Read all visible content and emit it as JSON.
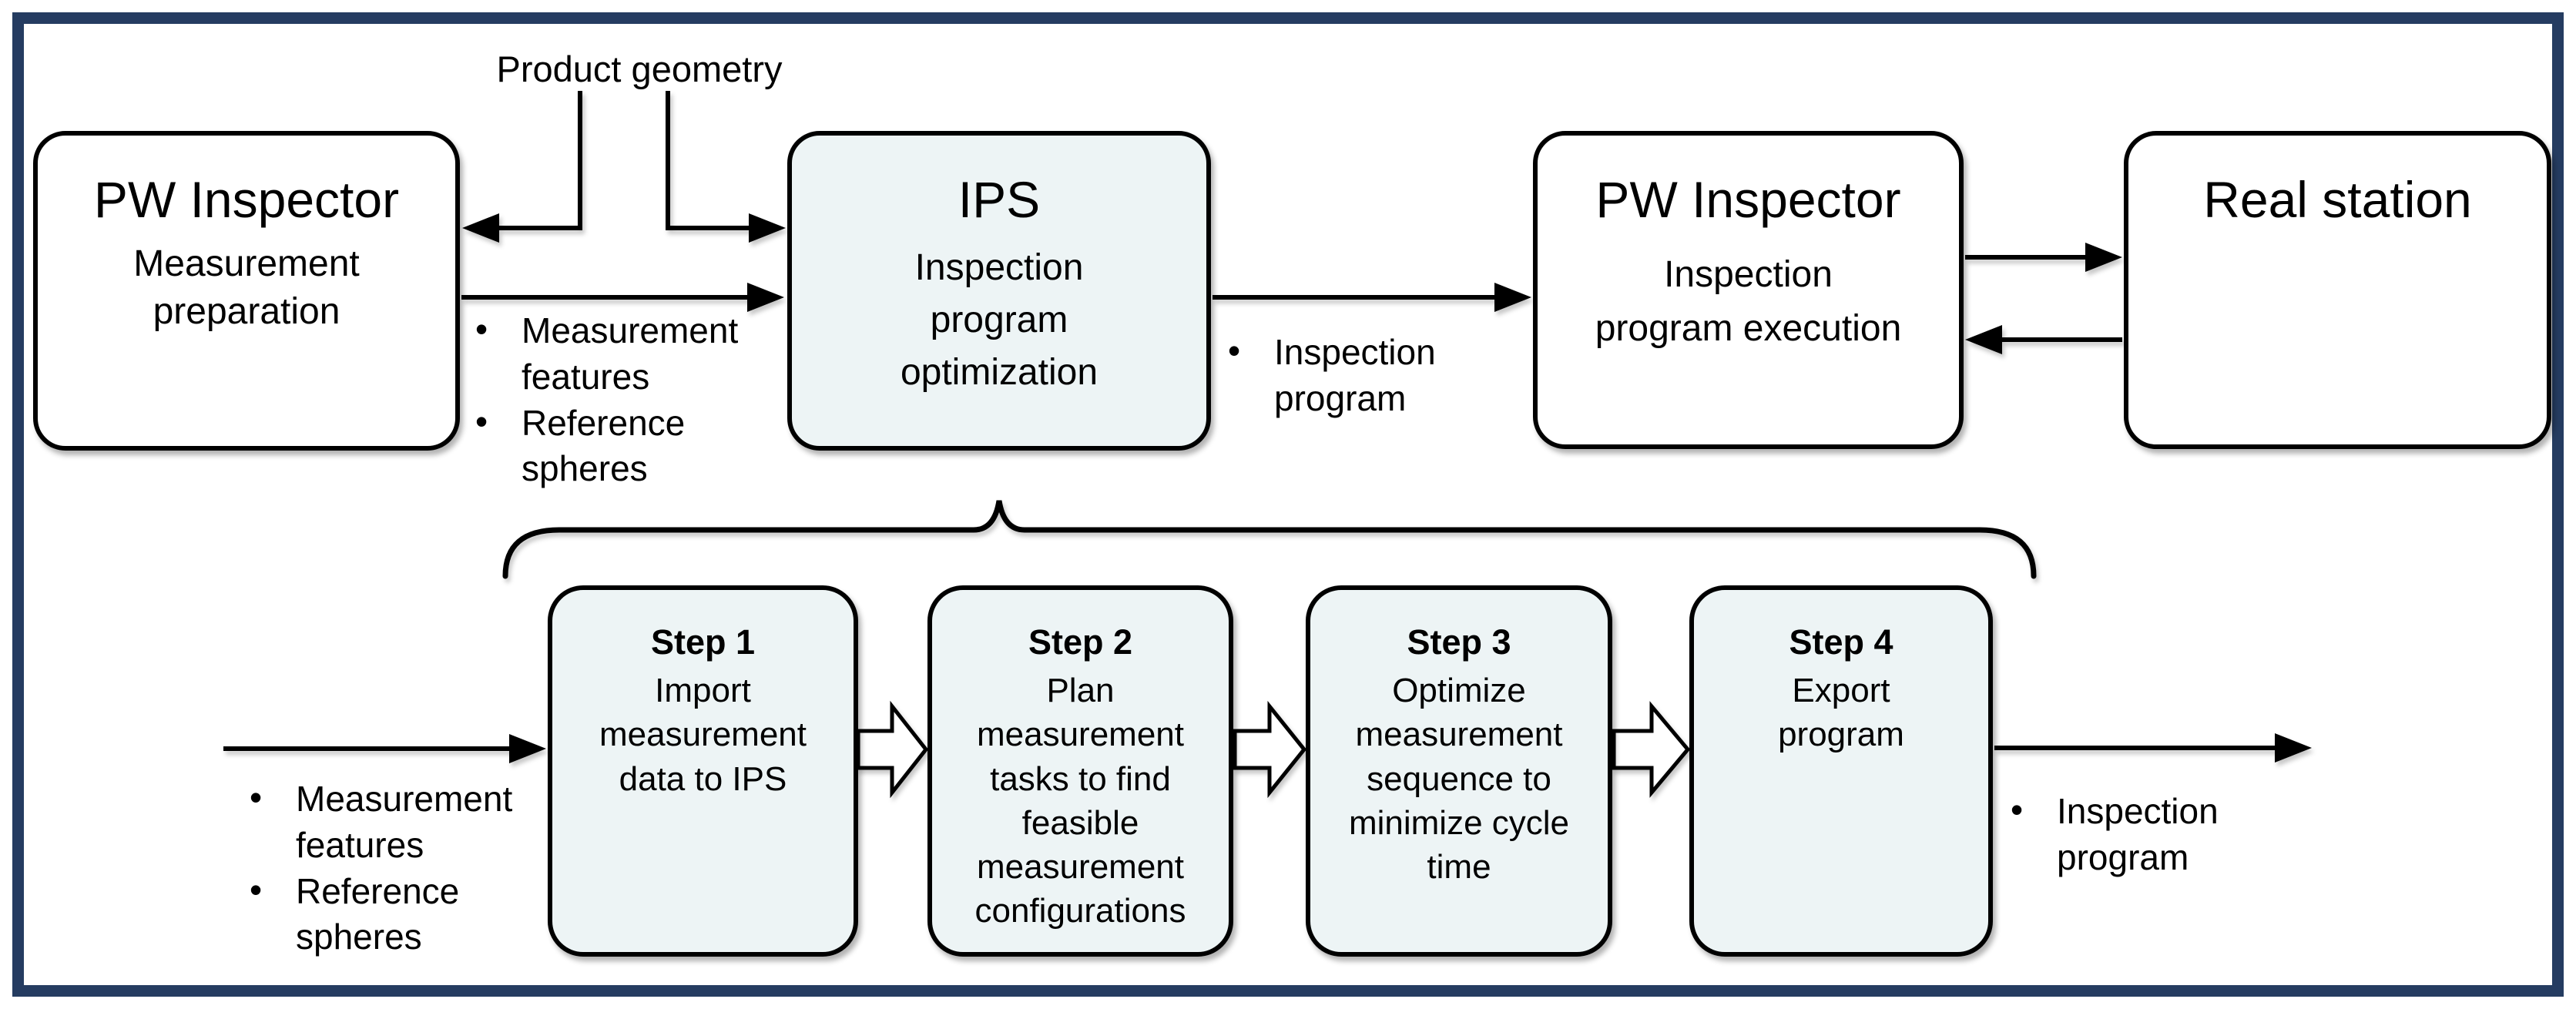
{
  "diagram": {
    "product_geometry_label": "Product geometry",
    "top_boxes": [
      {
        "title": "PW Inspector",
        "subtitle": "Measurement\npreparation"
      },
      {
        "title": "IPS",
        "subtitle": "Inspection\nprogram\noptimization"
      },
      {
        "title": "PW Inspector",
        "subtitle": "Inspection\nprogram execution"
      },
      {
        "title": "Real station",
        "subtitle": ""
      }
    ],
    "annotations": {
      "features_spheres_top": {
        "items": [
          "Measurement\nfeatures",
          "Reference\nspheres"
        ]
      },
      "inspection_program_top": {
        "items": [
          "Inspection\nprogram"
        ]
      },
      "features_spheres_bottom": {
        "items": [
          "Measurement\nfeatures",
          "Reference\nspheres"
        ]
      },
      "inspection_program_bottom": {
        "items": [
          "Inspection\nprogram"
        ]
      }
    },
    "steps": [
      {
        "title": "Step 1",
        "body": "Import\nmeasurement\ndata to IPS"
      },
      {
        "title": "Step 2",
        "body": "Plan\nmeasurement\ntasks to find\nfeasible\nmeasurement\nconfigurations"
      },
      {
        "title": "Step 3",
        "body": "Optimize\nmeasurement\nsequence to\nminimize cycle\ntime"
      },
      {
        "title": "Step 4",
        "body": "Export\nprogram"
      }
    ],
    "colors": {
      "frame": "#253c61",
      "box_tint": "#edf4f5",
      "box_white": "#ffffff",
      "stroke": "#000000"
    }
  }
}
